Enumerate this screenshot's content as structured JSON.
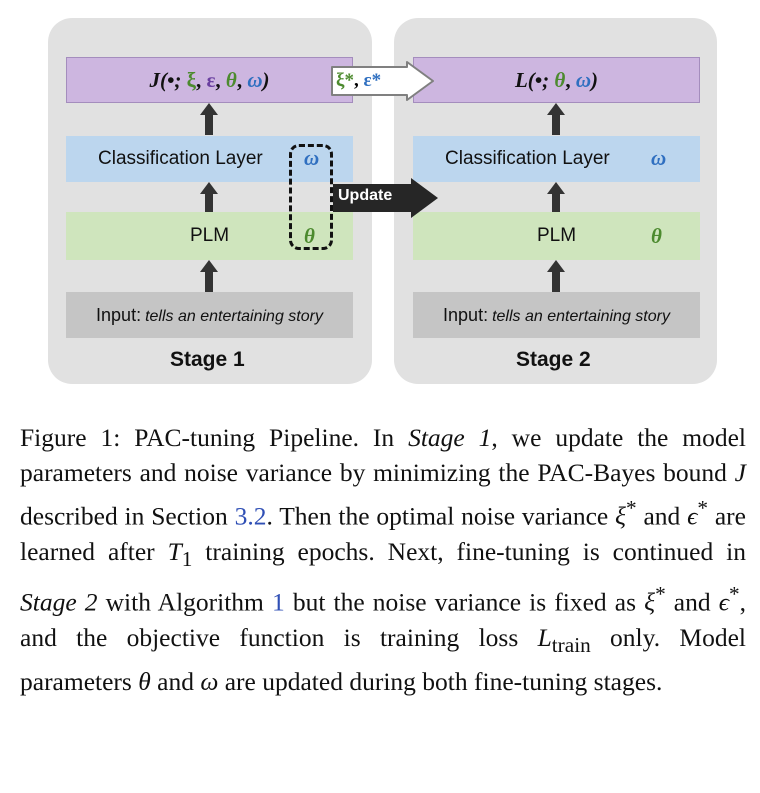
{
  "diagram": {
    "stage1": {
      "label": "Stage 1",
      "objective": {
        "prefix": "J(•; ",
        "xi": "ξ",
        "comma1": ", ",
        "eps": "ε",
        "comma2": ", ",
        "theta": "θ",
        "comma3": ", ",
        "omega": "ω",
        "suffix": ")"
      },
      "classification_label": "Classification Layer",
      "classification_param": "ω",
      "plm_label": "PLM",
      "plm_param": "θ",
      "input_prefix": "Input:",
      "input_text": "tells an entertaining story"
    },
    "stage2": {
      "label": "Stage 2",
      "objective": {
        "prefix": "L(•; ",
        "theta": "θ",
        "comma": ", ",
        "omega": "ω",
        "suffix": ")"
      },
      "classification_label": "Classification Layer",
      "classification_param": "ω",
      "plm_label": "PLM",
      "plm_param": "θ",
      "input_prefix": "Input:",
      "input_text": "tells an entertaining story"
    },
    "transfer": {
      "xi": "ξ*",
      "comma": ", ",
      "eps": "ε*"
    },
    "update_label": "Update",
    "colors": {
      "objective_box": "#cdb6e0",
      "classification_box": "#bcd6ee",
      "plm_box": "#cfe5bd",
      "input_box": "#c5c5c5",
      "panel": "#e1e1e1",
      "green_symbol": "#4c8a2e",
      "blue_symbol": "#2f6fc0"
    }
  },
  "caption": {
    "fig": "Figure 1: PAC-tuning Pipeline. In ",
    "stage1": "Stage 1",
    "t1": ", we update the model parameters and noise variance by minimizing the PAC-Bayes bound ",
    "J": "J",
    "t2": " described in Section ",
    "sec": "3.2",
    "t3": ". Then the optimal noise variance ",
    "xi": "ξ",
    "star": "*",
    "t4": " and ",
    "eps": "ϵ",
    "t5": " are learned after ",
    "T": "T",
    "sub1": "1",
    "t6": " training epochs. Next, fine-tuning is continued in ",
    "stage2": "Stage 2",
    "t7": " with Algorithm ",
    "alg": "1",
    "t8": " but the noise variance is fixed as ",
    "t9": " and ",
    "t10": ", and the objective function is training loss ",
    "L": "L",
    "train": "train",
    "t11": " only. Model parameters ",
    "theta": "θ",
    "t12": " and ",
    "omega": "ω",
    "t13": " are updated during both fine-tuning stages."
  }
}
